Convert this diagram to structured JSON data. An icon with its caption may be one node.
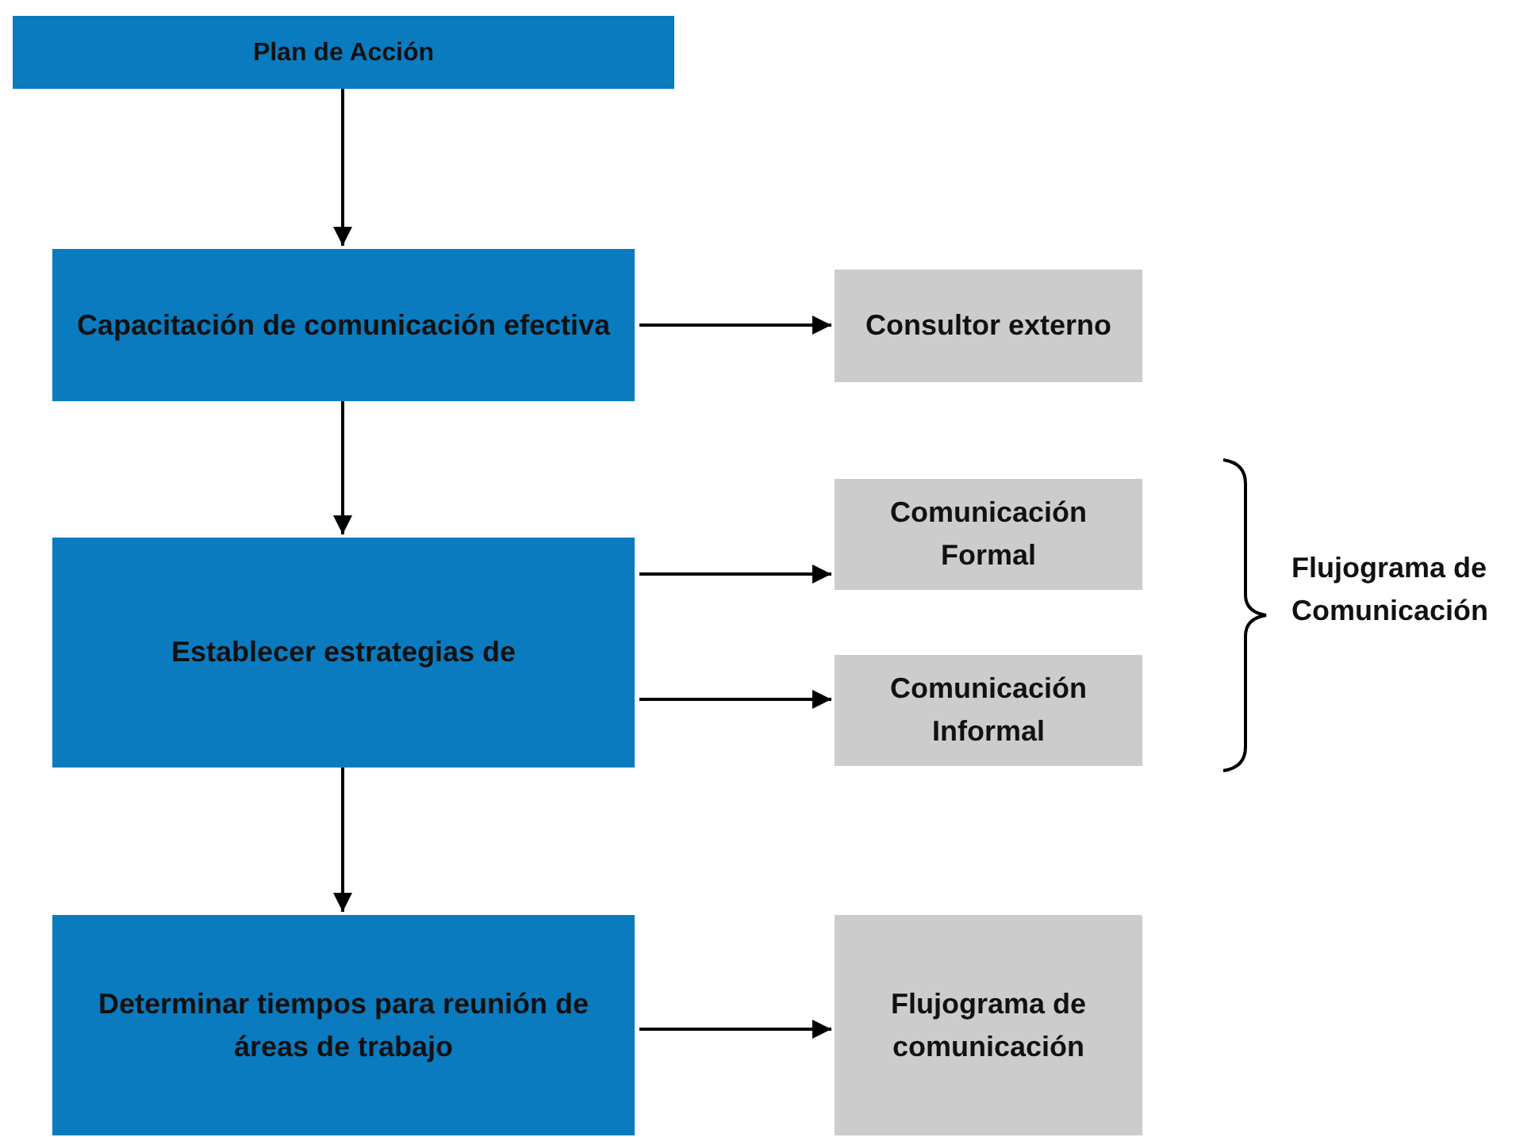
{
  "diagram": {
    "nodes": [
      {
        "text": [
          "Plan de Acción"
        ]
      },
      {
        "text": [
          "Capacitación de comunicación efectiva"
        ]
      },
      {
        "text": [
          "Consultor externo"
        ]
      },
      {
        "text": [
          "Establecer estrategias de"
        ]
      },
      {
        "text": [
          "Comunicación Formal"
        ]
      },
      {
        "text": [
          "Comunicación Informal"
        ]
      },
      {
        "text": [
          "Determinar tiempos para reunión de áreas de trabajo"
        ]
      },
      {
        "text": [
          "Flujograma de comunicación"
        ]
      }
    ],
    "edges": [
      {
        "from": 0,
        "to": 1,
        "arrow": "to"
      },
      {
        "from": 1,
        "to": 2,
        "arrow": "to"
      },
      {
        "from": 1,
        "to": 3,
        "arrow": "to"
      },
      {
        "from": 3,
        "to": 4,
        "arrow": "to"
      },
      {
        "from": 3,
        "to": 5,
        "arrow": "to"
      },
      {
        "from": 3,
        "to": 6,
        "arrow": "to"
      },
      {
        "from": 6,
        "to": 7,
        "arrow": "to"
      }
    ],
    "labels": [
      "Flujograma de Comunicación"
    ]
  }
}
